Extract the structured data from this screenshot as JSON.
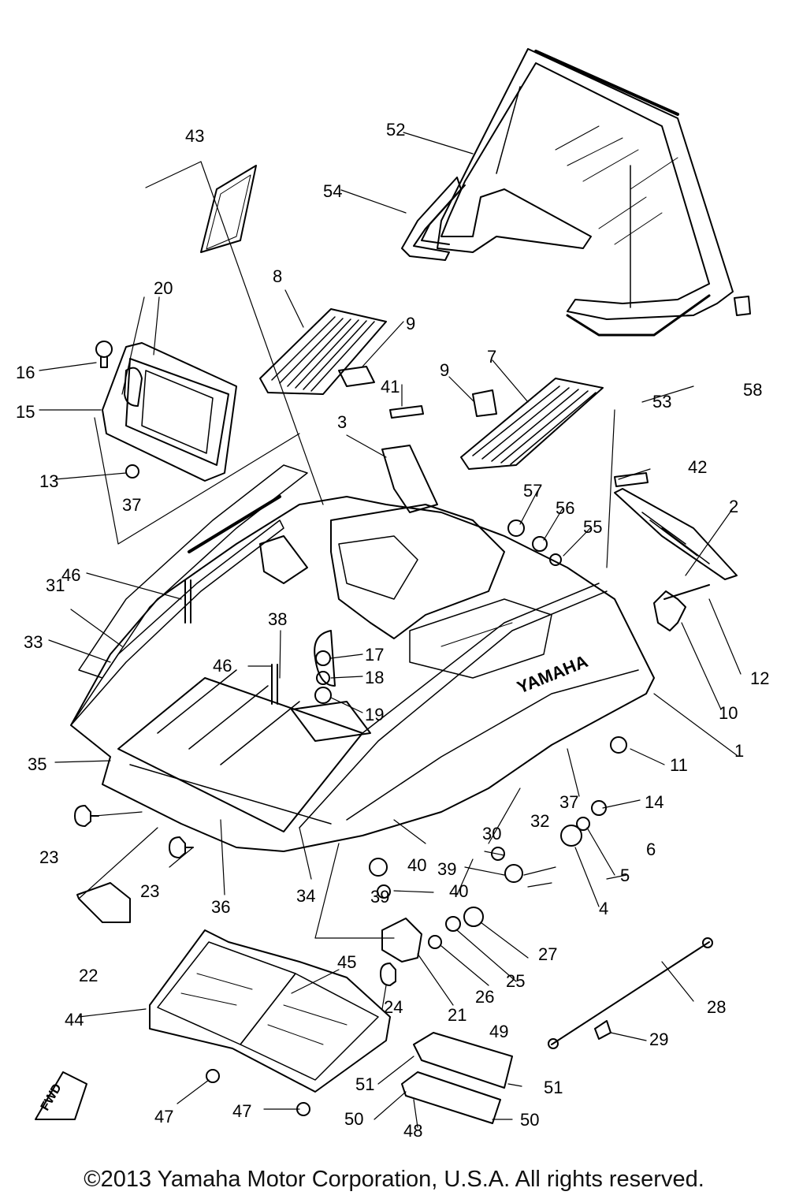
{
  "diagram": {
    "callouts": [
      "1",
      "2",
      "3",
      "4",
      "5",
      "6",
      "7",
      "8",
      "9",
      "10",
      "11",
      "12",
      "13",
      "14",
      "15",
      "16",
      "17",
      "18",
      "19",
      "20",
      "21",
      "22",
      "23",
      "24",
      "25",
      "26",
      "27",
      "28",
      "29",
      "30",
      "31",
      "32",
      "33",
      "34",
      "35",
      "36",
      "37",
      "38",
      "39",
      "40",
      "41",
      "42",
      "43",
      "44",
      "45",
      "46",
      "47",
      "48",
      "49",
      "50",
      "51",
      "52",
      "53",
      "54",
      "55",
      "56",
      "57",
      "58"
    ],
    "brand_decal": "YAMAHA",
    "fwd_mark": "FWD"
  },
  "footer": {
    "copyright": "©2013 Yamaha Motor Corporation, U.S.A. All rights reserved."
  }
}
